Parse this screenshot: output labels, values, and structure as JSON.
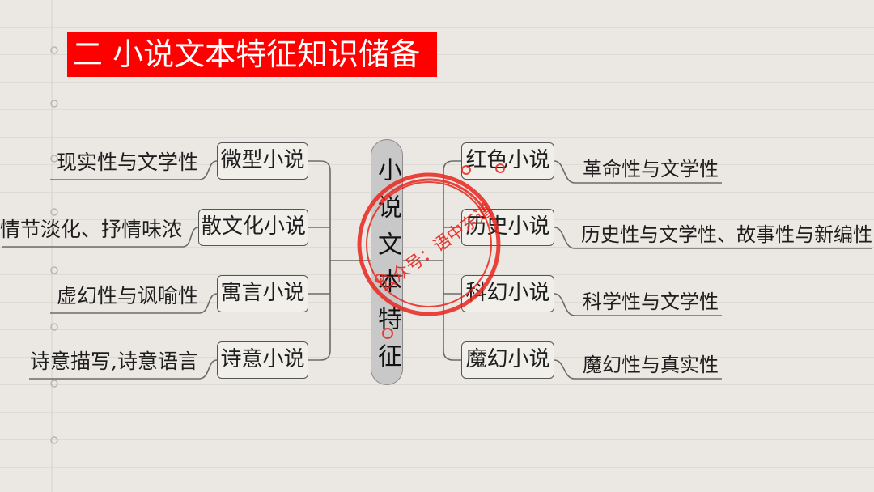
{
  "title": "二 小说文本特征知识储备",
  "center_label": "小说文本特征",
  "left_branches": [
    {
      "node": "微型小说",
      "feature": "现实性与文学性"
    },
    {
      "node": "散文化小说",
      "feature": "情节淡化、抒情味浓"
    },
    {
      "node": "寓言小说",
      "feature": "虚幻性与讽喻性"
    },
    {
      "node": "诗意小说",
      "feature": "诗意描写,诗意语言"
    }
  ],
  "right_branches": [
    {
      "node": "红色小说",
      "feature": "革命性与文学性"
    },
    {
      "node": "历史小说",
      "feature": "历史性与文学性、故事性与新编性"
    },
    {
      "node": "科幻小说",
      "feature": "科学性与文学性"
    },
    {
      "node": "魔幻小说",
      "feature": "魔幻性与真实性"
    }
  ],
  "stamp": {
    "text": "公众号：语中东道",
    "color": "#e8261e"
  },
  "colors": {
    "title_bg": "#ff0000",
    "background": "#ebe8e3",
    "center_fill": "#c8c8c8"
  }
}
